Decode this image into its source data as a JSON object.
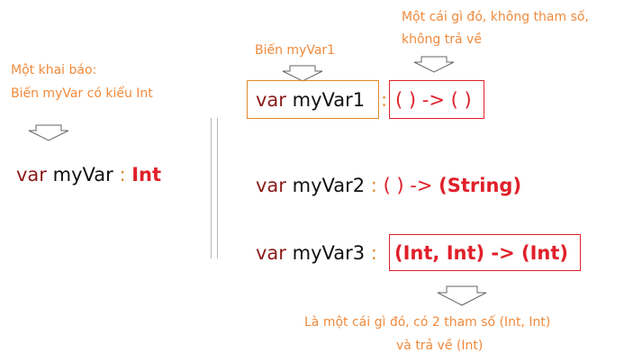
{
  "left": {
    "note_line1": "Một khai báo:",
    "note_line2": "Biến myVar có kiểu Int",
    "code_kw": "var",
    "code_name": "myVar",
    "code_colon": ":",
    "code_type": "Int"
  },
  "top_labels": {
    "var1_label": "Biến myVar1",
    "func_label_line1": "Một cái gì đó, không tham số,",
    "func_label_line2": "không trả về"
  },
  "line1": {
    "kw": "var",
    "name": "myVar1",
    "colon": ":",
    "type": "( ) -> ( )"
  },
  "line2": {
    "kw": "var",
    "name": "myVar2",
    "colon": ":",
    "params": "( ) -> ",
    "ret": "(String)"
  },
  "line3": {
    "kw": "var",
    "name": "myVar3",
    "colon": ":",
    "type": "(Int, Int) -> (Int)"
  },
  "bottom": {
    "note_line1": "Là một cái gì đó, có 2 tham số (Int, Int)",
    "note_line2": "và trả về (Int)"
  },
  "colors": {
    "note": "#f08a3c",
    "keyword": "#8b1a1a",
    "highlight": "#e0202a",
    "box_border": "#e08a2e"
  }
}
